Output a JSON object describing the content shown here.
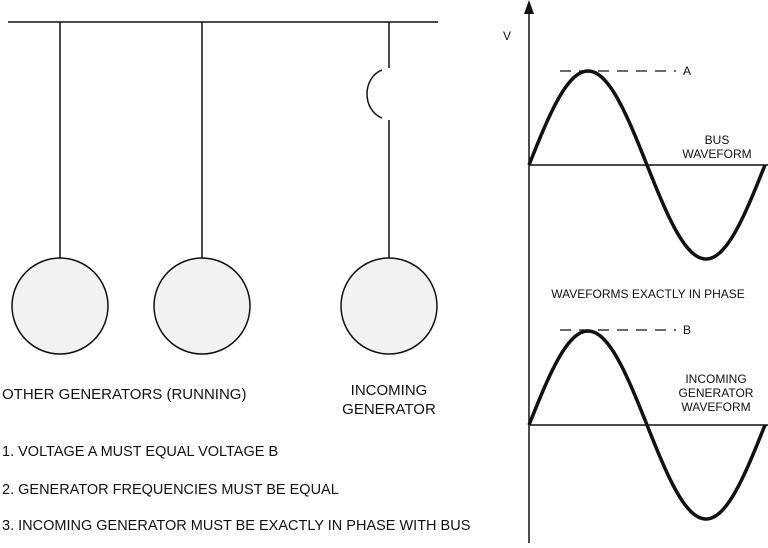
{
  "colors": {
    "line": "#111111",
    "generator_fill": "#f2f2f2",
    "background": "#ffffff"
  },
  "labels": {
    "other_generators": "OTHER GENERATORS (RUNNING)",
    "incoming_line1": "INCOMING",
    "incoming_line2": "GENERATOR",
    "axis_v": "V",
    "label_a": "A",
    "label_b": "B",
    "bus_wave_line1": "BUS",
    "bus_wave_line2": "WAVEFORM",
    "in_phase": "WAVEFORMS EXACTLY IN PHASE",
    "inc_wave_line1": "INCOMING",
    "inc_wave_line2": "GENERATOR",
    "inc_wave_line3": "WAVEFORM"
  },
  "notes": [
    "1. VOLTAGE A MUST EQUAL VOLTAGE B",
    "2. GENERATOR FREQUENCIES MUST BE EQUAL",
    "3. INCOMING GENERATOR MUST BE EXACTLY IN PHASE WITH BUS"
  ]
}
